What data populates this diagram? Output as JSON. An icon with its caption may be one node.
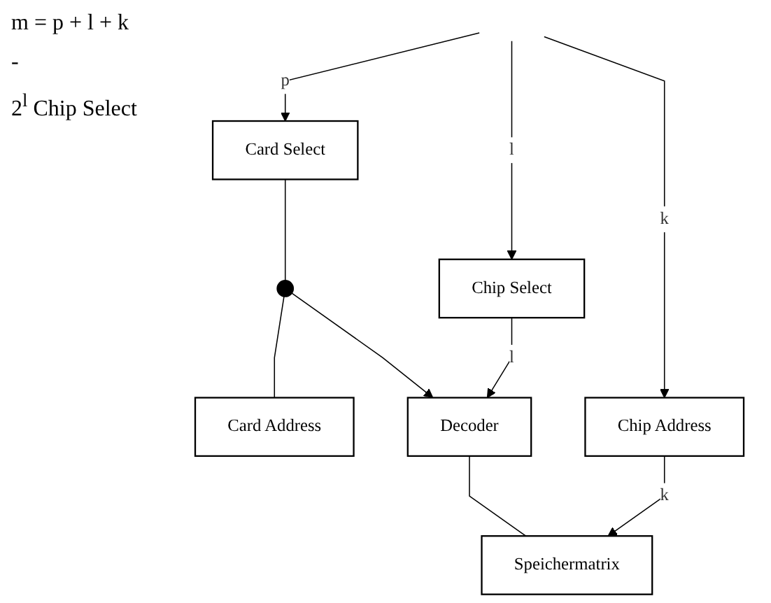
{
  "diagram": {
    "nodes": [
      {
        "text": [
          "Card Select"
        ]
      },
      {
        "text": [
          "Chip Select"
        ]
      },
      {
        "text": [
          "Chip Address"
        ]
      },
      {
        "text": [],
        "shape": "circle"
      },
      {
        "text": [
          "Card Address"
        ]
      },
      {
        "text": [
          "Decoder"
        ]
      },
      {
        "text": [
          "Speichermatrix"
        ]
      }
    ],
    "edges": [
      {
        "from": null,
        "to": 0,
        "arrow": "to",
        "label": "p"
      },
      {
        "from": null,
        "to": 1,
        "arrow": "to",
        "label": "l"
      },
      {
        "from": null,
        "to": 2,
        "arrow": "to",
        "label": "k"
      },
      {
        "from": 0,
        "to": 3,
        "arrow": "none"
      },
      {
        "from": 3,
        "to": 4,
        "arrow": "none"
      },
      {
        "from": 3,
        "to": 5,
        "arrow": "to"
      },
      {
        "from": 1,
        "to": 5,
        "arrow": "to",
        "label": "l"
      },
      {
        "from": 5,
        "to": 6,
        "arrow": "none"
      },
      {
        "from": 2,
        "to": 6,
        "arrow": "to",
        "label": "k"
      }
    ],
    "labels": [
      "m = p + l + k",
      "-",
      "2$^{l}$ Chip Select"
    ]
  }
}
